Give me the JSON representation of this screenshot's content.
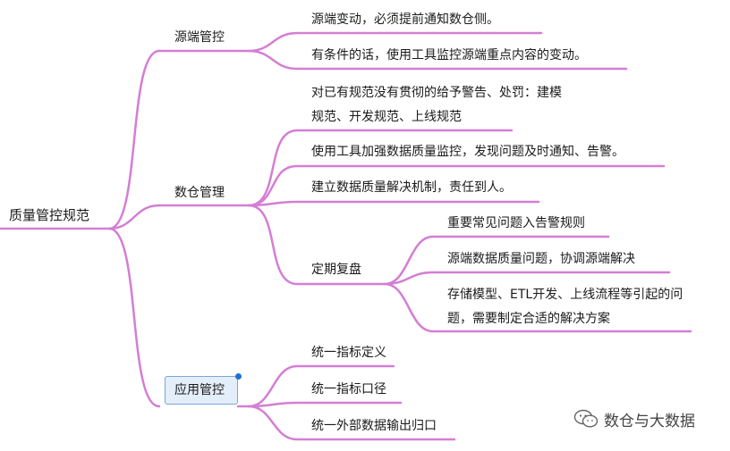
{
  "colors": {
    "link": "#d47ed4",
    "selection": "#1f6fd6"
  },
  "mindmap": {
    "root": "质量管控规范",
    "branches": [
      {
        "label": "源端管控",
        "items": [
          "源端变动，必须提前通知数仓侧。",
          "有条件的话，使用工具监控源端重点内容的变动。"
        ]
      },
      {
        "label": "数仓管理",
        "items": [
          "对已有规范没有贯彻的给予警告、处罚：建模规范、开发规范、上线规范",
          "使用工具加强数据质量监控，发现问题及时通知、告警。",
          "建立数据质量解决机制，责任到人。"
        ],
        "sub": {
          "label": "定期复盘",
          "items": [
            "重要常见问题入告警规则",
            "源端数据质量问题，协调源端解决",
            "存储模型、ETL开发、上线流程等引起的问题，需要制定合适的解决方案"
          ]
        }
      },
      {
        "label": "应用管控",
        "items": [
          "统一指标定义",
          "统一指标口径",
          "统一外部数据输出归口"
        ]
      }
    ]
  },
  "watermark": {
    "icon": "wechat-icon",
    "text": "数仓与大数据"
  }
}
